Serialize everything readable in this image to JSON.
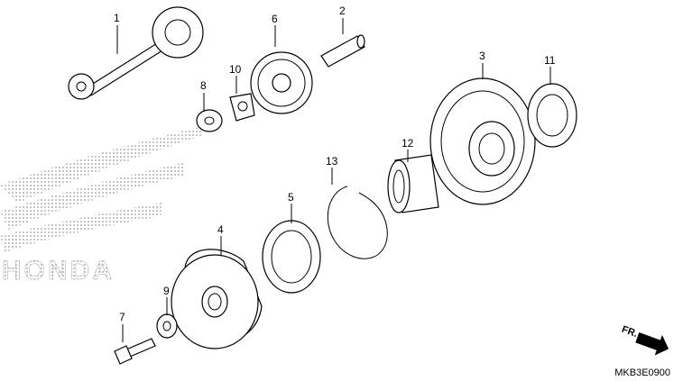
{
  "parts": [
    {
      "id": "1",
      "label": "1"
    },
    {
      "id": "2",
      "label": "2"
    },
    {
      "id": "3",
      "label": "3"
    },
    {
      "id": "4",
      "label": "4"
    },
    {
      "id": "5",
      "label": "5"
    },
    {
      "id": "6",
      "label": "6"
    },
    {
      "id": "7",
      "label": "7"
    },
    {
      "id": "8",
      "label": "8"
    },
    {
      "id": "9",
      "label": "9"
    },
    {
      "id": "10",
      "label": "10"
    },
    {
      "id": "11",
      "label": "11"
    },
    {
      "id": "12",
      "label": "12"
    },
    {
      "id": "13",
      "label": "13"
    }
  ],
  "watermark": {
    "text": "HONDA"
  },
  "direction_arrow": {
    "label": "FR."
  },
  "diagram_code": "MKB3E0900"
}
